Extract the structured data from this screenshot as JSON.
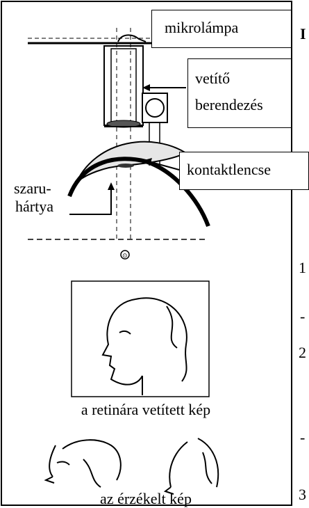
{
  "labels": {
    "microlamp": "mikrolámpa",
    "projector_line1": "vetítő",
    "projector_line2": "berendezés",
    "contact_lens": "kontaktlencse",
    "cornea_line1": "szaru-",
    "cornea_line2": "hártya"
  },
  "captions": {
    "retina_image": "a retinára vetített kép",
    "perceived_image": "az érzékelt kép"
  },
  "right_column": {
    "heading_fragment": "I",
    "list_markers": [
      "1",
      "2",
      "3"
    ],
    "dashes": [
      "-",
      "-"
    ]
  }
}
